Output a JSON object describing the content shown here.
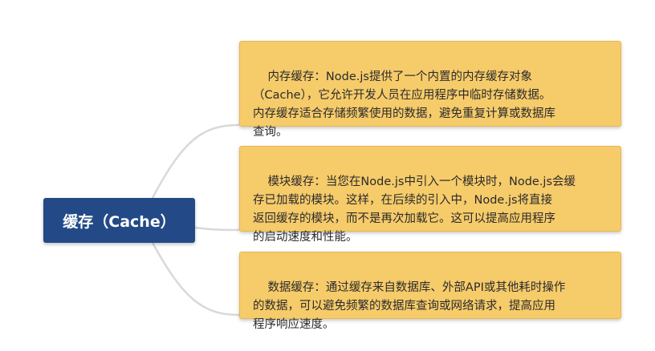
{
  "mindmap": {
    "root": {
      "label": "缓存（Cache）"
    },
    "branches": [
      {
        "text": "内存缓存：Node.js提供了一个内置的内存缓存对象\n（Cache），它允许开发人员在应用程序中临时存储数据。\n内存缓存适合存储频繁使用的数据，避免重复计算或数据库\n查询。"
      },
      {
        "text": "模块缓存：当您在Node.js中引入一个模块时，Node.js会缓\n存已加载的模块。这样，在后续的引入中，Node.js将直接\n返回缓存的模块，而不是再次加载它。这可以提高应用程序\n的启动速度和性能。"
      },
      {
        "text": "数据缓存：通过缓存来自数据库、外部API或其他耗时操作\n的数据，可以避免频繁的数据库查询或网络请求，提高应用\n程序响应速度。"
      }
    ],
    "colors": {
      "root_fill": "#234a86",
      "branch_fill": "#f6cb6a",
      "connector": "#d9d9d9"
    }
  }
}
